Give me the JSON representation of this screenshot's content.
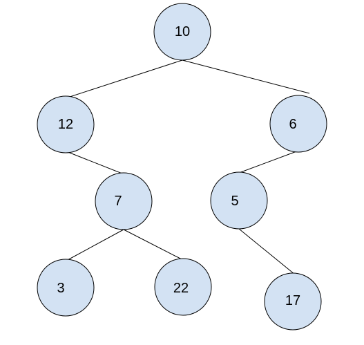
{
  "tree": {
    "nodes": [
      {
        "id": "n10",
        "label": "10"
      },
      {
        "id": "n12",
        "label": "12"
      },
      {
        "id": "n6",
        "label": "6"
      },
      {
        "id": "n7",
        "label": "7"
      },
      {
        "id": "n5",
        "label": "5"
      },
      {
        "id": "n3",
        "label": "3"
      },
      {
        "id": "n22",
        "label": "22"
      },
      {
        "id": "n17",
        "label": "17"
      }
    ],
    "edges": [
      {
        "from": "n10",
        "to": "n12"
      },
      {
        "from": "n10",
        "to": "n6"
      },
      {
        "from": "n12",
        "to": "n7"
      },
      {
        "from": "n6",
        "to": "n5"
      },
      {
        "from": "n7",
        "to": "n3"
      },
      {
        "from": "n7",
        "to": "n22"
      },
      {
        "from": "n5",
        "to": "n17"
      }
    ]
  },
  "colors": {
    "node_fill": "#d3e2f3",
    "node_stroke": "#000000",
    "edge": "#000000"
  }
}
